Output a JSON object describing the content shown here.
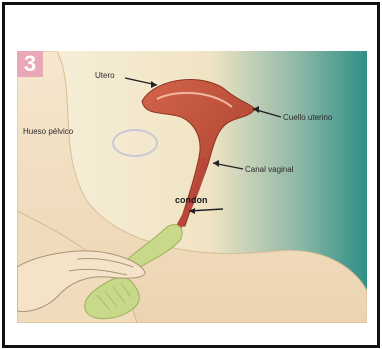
{
  "diagram": {
    "step_number": "3",
    "labels": {
      "uterus": "Utero",
      "pelvic_bone": "Hueso pélvico",
      "cervix": "Cuello uterino",
      "vaginal_canal": "Canal vaginal",
      "condom": "condon"
    },
    "colors": {
      "background_left": "#f6eed8",
      "background_right": "#2f8f86",
      "skin": "#f3e2c6",
      "uterus": "#c8553e",
      "condom": "#c9d98a",
      "badge": "#e9a8b6"
    }
  }
}
